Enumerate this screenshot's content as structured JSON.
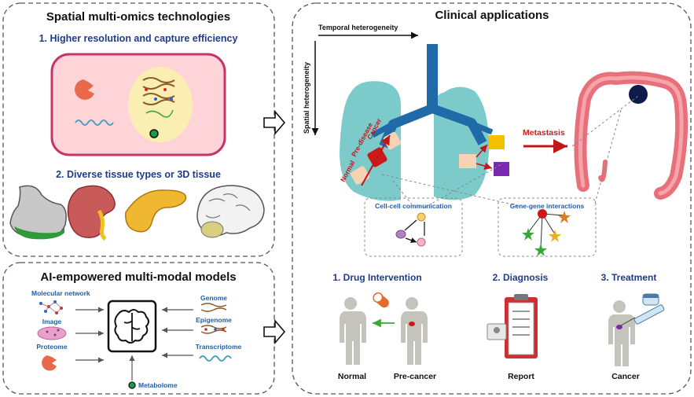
{
  "left_top": {
    "title": "Spatial multi-omics technologies",
    "item1": "1. Higher resolution and capture efficiency",
    "item2": "2. Diverse tissue types or 3D tissue"
  },
  "left_bottom": {
    "title": "AI-empowered multi-modal models",
    "inputs_left": [
      "Molecular network",
      "Image",
      "Proteome"
    ],
    "inputs_right": [
      "Genome",
      "Epigenome",
      "Transcriptome"
    ],
    "input_bottom": "Metabolome"
  },
  "right": {
    "title": "Clinical applications",
    "temporal": "Temporal heterogeneity",
    "spatial": "Spatial heterogeneity",
    "stages": [
      "Normal",
      "Pre-disease",
      "Cancer"
    ],
    "metastasis": "Metastasis",
    "cell_comm": "Cell-cell communication",
    "gene_int": "Gene-gene interactions",
    "steps": [
      "1. Drug Intervention",
      "2. Diagnosis",
      "3. Treatment"
    ],
    "figure_labels": [
      "Normal",
      "Pre-cancer",
      "Report",
      "Cancer"
    ]
  },
  "colors": {
    "accent_blue": "#1f3b8c",
    "label_blue": "#1f5fa8",
    "metastasis_red": "#cc1f1f",
    "lung": "#7ccaca",
    "colon": "#e8707a"
  }
}
